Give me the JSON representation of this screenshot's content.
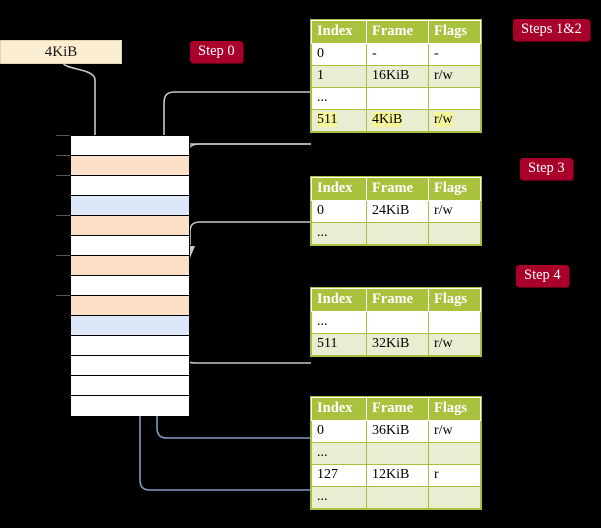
{
  "diagram": {
    "title_note": "multi-level page table allocation walkthrough",
    "request_box": {
      "label": "4KiB"
    },
    "steps": [
      {
        "id": "step0",
        "label": "Step 0"
      },
      {
        "id": "steps12",
        "label": "Steps 1&2"
      },
      {
        "id": "step3",
        "label": "Step 3"
      },
      {
        "id": "step4",
        "label": "Step 4"
      }
    ],
    "memory": {
      "name": "physical-memory-blocks",
      "rows": [
        {
          "state": "free"
        },
        {
          "state": "used"
        },
        {
          "state": "free"
        },
        {
          "state": "table"
        },
        {
          "state": "used"
        },
        {
          "state": "free"
        },
        {
          "state": "used"
        },
        {
          "state": "free"
        },
        {
          "state": "used"
        },
        {
          "state": "table"
        },
        {
          "state": "free"
        },
        {
          "state": "free"
        },
        {
          "state": "free"
        },
        {
          "state": "free"
        }
      ],
      "colors": {
        "free": "#ffffff",
        "used": "#fce0c8",
        "table": "#dce8f8"
      }
    },
    "tables": [
      {
        "name": "page-table-1",
        "columns": [
          "Index",
          "Frame",
          "Flags"
        ],
        "rows": [
          {
            "cells": [
              "0",
              "-",
              "-"
            ],
            "zebra": "plain",
            "highlight": [
              false,
              false,
              false
            ]
          },
          {
            "cells": [
              "1",
              "16KiB",
              "r/w"
            ],
            "zebra": "alt",
            "highlight": [
              false,
              false,
              false
            ]
          },
          {
            "cells": [
              "...",
              "",
              ""
            ],
            "zebra": "plain",
            "highlight": [
              false,
              false,
              false
            ]
          },
          {
            "cells": [
              "511",
              "4KiB",
              "r/w"
            ],
            "zebra": "alt",
            "highlight": [
              true,
              true,
              true
            ]
          }
        ]
      },
      {
        "name": "page-table-2",
        "columns": [
          "Index",
          "Frame",
          "Flags"
        ],
        "rows": [
          {
            "cells": [
              "0",
              "24KiB",
              "r/w"
            ],
            "zebra": "plain",
            "highlight": [
              false,
              false,
              false
            ]
          },
          {
            "cells": [
              "...",
              "",
              ""
            ],
            "zebra": "alt",
            "highlight": [
              false,
              false,
              false
            ]
          }
        ]
      },
      {
        "name": "page-table-3",
        "columns": [
          "Index",
          "Frame",
          "Flags"
        ],
        "rows": [
          {
            "cells": [
              "...",
              "",
              ""
            ],
            "zebra": "plain",
            "highlight": [
              false,
              false,
              false
            ]
          },
          {
            "cells": [
              "511",
              "32KiB",
              "r/w"
            ],
            "zebra": "alt",
            "highlight": [
              false,
              false,
              false
            ]
          }
        ]
      },
      {
        "name": "page-table-4",
        "columns": [
          "Index",
          "Frame",
          "Flags"
        ],
        "rows": [
          {
            "cells": [
              "0",
              "36KiB",
              "r/w"
            ],
            "zebra": "plain",
            "highlight": [
              false,
              false,
              false
            ]
          },
          {
            "cells": [
              "...",
              "",
              ""
            ],
            "zebra": "alt",
            "highlight": [
              false,
              false,
              false
            ]
          },
          {
            "cells": [
              "127",
              "12KiB",
              "r"
            ],
            "zebra": "plain",
            "highlight": [
              false,
              false,
              false
            ]
          },
          {
            "cells": [
              "...",
              "",
              ""
            ],
            "zebra": "alt",
            "highlight": [
              false,
              false,
              false
            ]
          }
        ]
      }
    ],
    "colors": {
      "pill_bg": "#a8002a",
      "pill_text": "#ffffff",
      "table_header_bg": "#a8c23d",
      "table_alt_bg": "#e9eed2",
      "highlight_bg": "#f7f59a",
      "request_bg": "#fbeed2",
      "wire_grey": "#c8c8c8",
      "wire_blue": "#7f9ec4",
      "arrow_blue": "#3f6ea8"
    }
  }
}
